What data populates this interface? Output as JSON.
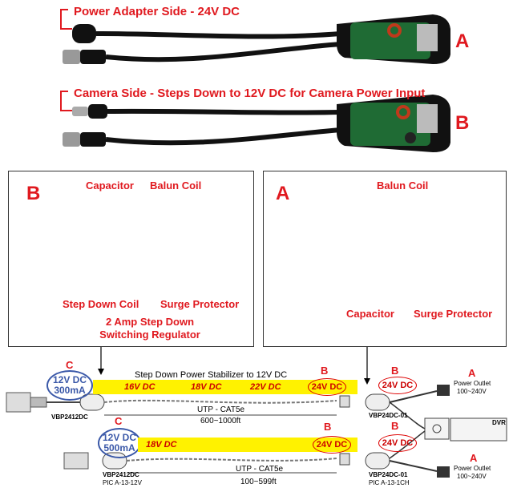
{
  "top": {
    "power_side_title": "Power Adapter Side - 24V DC",
    "camera_side_title": "Camera Side - Steps Down to 12V DC for Camera Power Input",
    "letter_a": "A",
    "letter_b": "B"
  },
  "panel_b": {
    "letter": "B",
    "capacitor": "Capacitor",
    "balun_coil": "Balun Coil",
    "step_down_coil": "Step Down Coil",
    "surge_protector": "Surge Protector",
    "regulator_line1": "2 Amp Step Down",
    "regulator_line2": "Switching Regulator"
  },
  "panel_a": {
    "letter": "A",
    "balun_coil": "Balun Coil",
    "capacitor": "Capacitor",
    "surge_protector": "Surge Protector"
  },
  "diagram": {
    "title": "Step Down Power Stabilizer to 12V DC",
    "row1": {
      "c_label": "C",
      "out_line1": "12V DC",
      "out_line2": "300mA",
      "v16": "16V DC",
      "v18": "18V DC",
      "v22": "22V DC",
      "v24": "24V DC",
      "b_label": "B",
      "b_right_label": "B",
      "b_right_v": "24V DC",
      "cable": "UTP - CAT5e",
      "distance": "600~1000ft",
      "left_model": "VBP2412DC",
      "right_model": "VBP24DC-01",
      "a_label": "A",
      "outlet1": "Power Outlet",
      "outlet2": "100~240V"
    },
    "row2": {
      "c_label": "C",
      "out_line1": "12V DC",
      "out_line2": "500mA",
      "v18": "18V DC",
      "v24": "24V DC",
      "b_label": "B",
      "b_right_label": "B",
      "b_right_v": "24V DC",
      "cable": "UTP - CAT5e",
      "distance": "100~599ft",
      "left_model": "VBP2412DC",
      "left_pic": "PIC A-13-12V",
      "right_model": "VBP24DC-01",
      "right_pic": "PIC A-13-1CH",
      "a_label": "A",
      "outlet1": "Power Outlet",
      "outlet2": "100~240V"
    },
    "dvr": "DVR"
  },
  "colors": {
    "red": "#e0191f",
    "yellow": "#fff200",
    "blue": "#3a58a8",
    "pcb": "#1f6b34"
  }
}
